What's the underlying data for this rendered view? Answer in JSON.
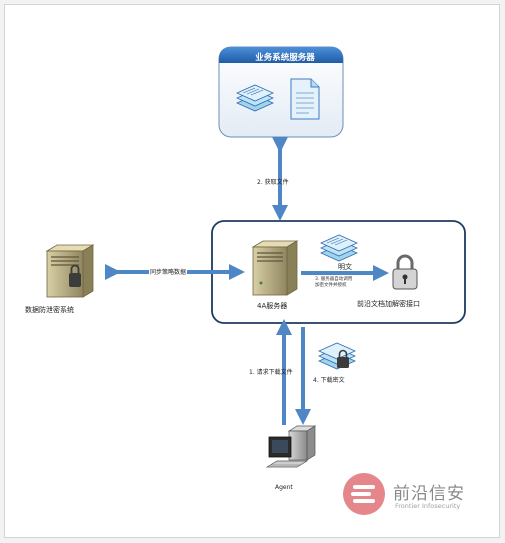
{
  "diagram": {
    "top_box_title": "业务系统服务器",
    "step2_label": "2. 获取文件",
    "left_system_label": "数据防泄密系统",
    "sync_label": "同步策略数据",
    "server_label": "4A服务器",
    "plaintext_label": "明文",
    "step3_label_line1": "3. 服务器自动调用",
    "step3_label_line2": "加密文件并授权",
    "encrypt_interface_label": "前沿文档加解密接口",
    "step1_label": "1. 请求下载文件",
    "step4_label": "4. 下载密文",
    "agent_label": "Agent"
  },
  "watermark": {
    "brand_cn": "前沿信安",
    "brand_en": "Frontier Infosecurity"
  },
  "colors": {
    "arrow": "#4f86c6",
    "title_bar": "#2f6db5",
    "box_border": "#1f3a60",
    "logo": "#e4868a"
  }
}
